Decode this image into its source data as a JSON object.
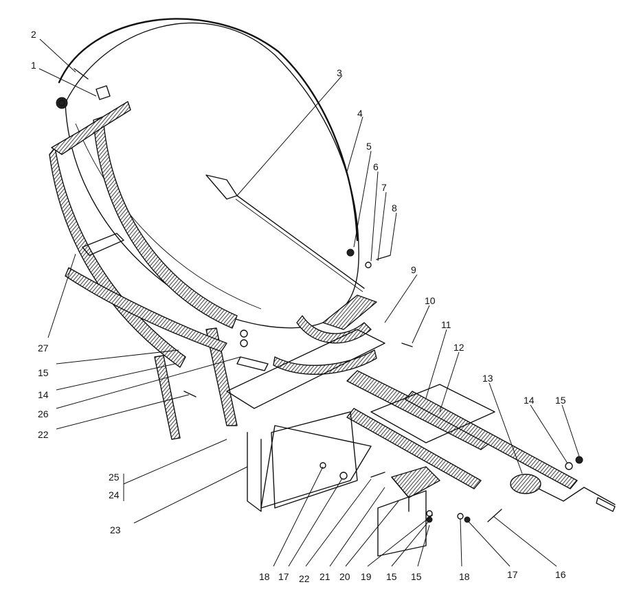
{
  "callouts": [
    {
      "label": "1"
    },
    {
      "label": "2"
    },
    {
      "label": "3"
    },
    {
      "label": "4"
    },
    {
      "label": "5"
    },
    {
      "label": "6"
    },
    {
      "label": "7"
    },
    {
      "label": "8"
    },
    {
      "label": "9"
    },
    {
      "label": "10"
    },
    {
      "label": "11"
    },
    {
      "label": "12"
    },
    {
      "label": "13"
    },
    {
      "label": "14"
    },
    {
      "label": "15"
    },
    {
      "label": "27"
    },
    {
      "label": "15"
    },
    {
      "label": "14"
    },
    {
      "label": "26"
    },
    {
      "label": "22"
    },
    {
      "label": "25"
    },
    {
      "label": "24"
    },
    {
      "label": "23"
    },
    {
      "label": "18"
    },
    {
      "label": "17"
    },
    {
      "label": "22"
    },
    {
      "label": "21"
    },
    {
      "label": "20"
    },
    {
      "label": "19"
    },
    {
      "label": "15"
    },
    {
      "label": "15"
    },
    {
      "label": "18"
    },
    {
      "label": "17"
    },
    {
      "label": "16"
    }
  ]
}
